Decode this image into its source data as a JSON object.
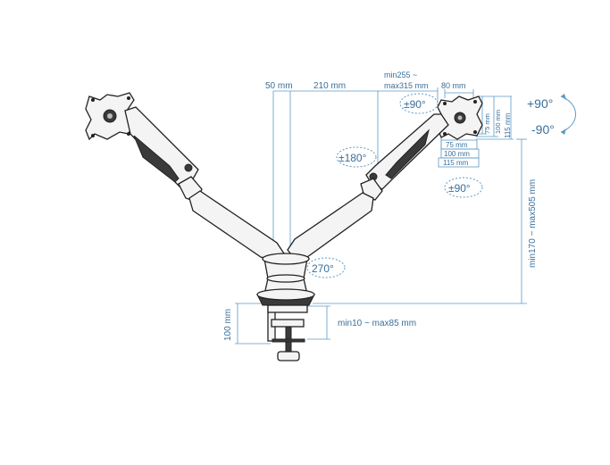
{
  "dimensions": {
    "top_50": "50 mm",
    "top_210": "210 mm",
    "arm_range_line1": "min255 ~",
    "arm_range_line2": "max315 mm",
    "vesa_width": "80 mm",
    "vesa_v75": "75 mm",
    "vesa_v100": "100 mm",
    "vesa_v115": "115 mm",
    "vesa_h75": "75 mm",
    "vesa_h100": "100 mm",
    "vesa_h115": "115 mm",
    "height_range": "min170 ~ max505 mm",
    "base_height": "100 mm",
    "clamp_range": "min10 ~ max85 mm"
  },
  "rotations": {
    "tilt_up": "+90°",
    "tilt_down": "-90°",
    "swivel_top": "±90°",
    "swivel_bottom": "±90°",
    "arm_swivel": "±180°",
    "base_swivel": "270°"
  },
  "colors": {
    "dimension_line": "#5b9ac6",
    "label_text": "#3a6f9a",
    "outline": "#222222"
  }
}
